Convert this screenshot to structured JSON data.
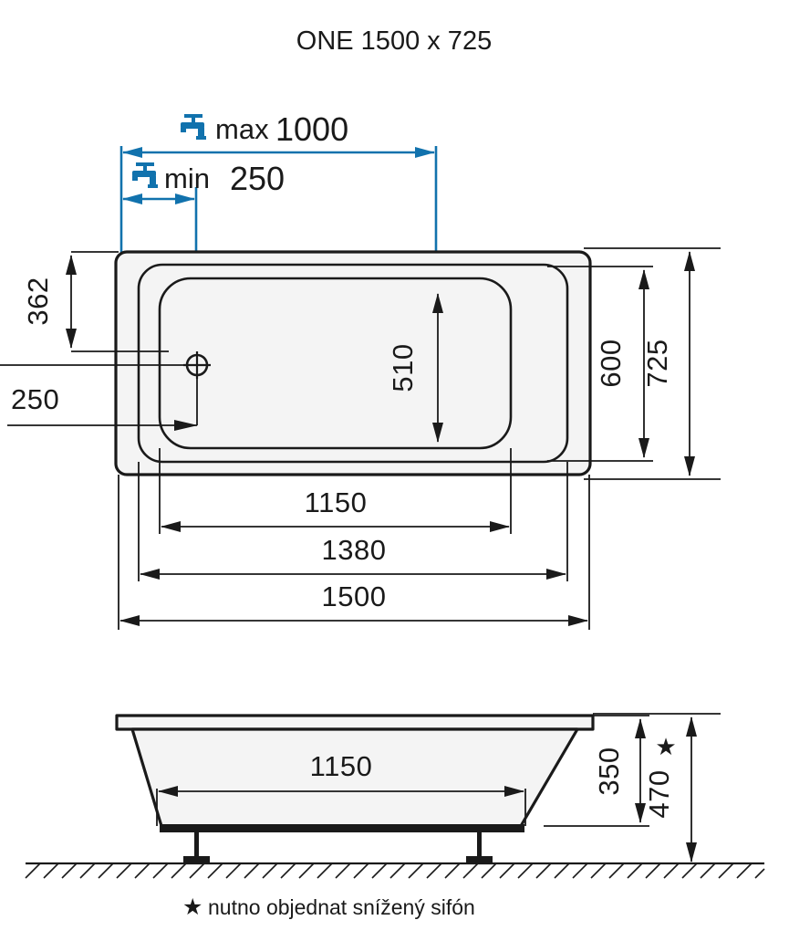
{
  "title": "ONE 1500 x 725",
  "colors": {
    "line": "#1a1a1a",
    "blue": "#1172ad",
    "red": "#d8202a",
    "fill": "#f4f4f4"
  },
  "plan_view": {
    "name": "bathtub-plan-view",
    "tap_dimensions": [
      {
        "id": "max-1000",
        "icon": "faucet-icon",
        "prefix": "max",
        "value": "1000",
        "color": "#1172ad"
      },
      {
        "id": "min-250",
        "icon": "faucet-icon",
        "prefix": "min",
        "value": "250",
        "color": "#1172ad"
      }
    ],
    "left_dimensions": [
      {
        "id": "dim-362",
        "value": "362",
        "orientation": "vertical"
      },
      {
        "id": "dim-250-left",
        "value": "250",
        "orientation": "horizontal"
      }
    ],
    "inner_dimensions": [
      {
        "id": "dim-510",
        "value": "510",
        "orientation": "vertical"
      }
    ],
    "right_dimensions": [
      {
        "id": "dim-600",
        "value": "600",
        "orientation": "vertical"
      },
      {
        "id": "dim-725",
        "value": "725",
        "orientation": "vertical"
      }
    ],
    "bottom_dimensions": [
      {
        "id": "dim-1150-plan",
        "value": "1150",
        "orientation": "horizontal"
      },
      {
        "id": "dim-1380",
        "value": "1380",
        "orientation": "horizontal"
      },
      {
        "id": "dim-1500",
        "value": "1500",
        "orientation": "horizontal"
      }
    ],
    "drain_marker": "drain-crosshair-icon"
  },
  "elevation_view": {
    "name": "bathtub-elevation-view",
    "inner_dimension": {
      "id": "dim-1150-elev",
      "value": "1150",
      "orientation": "horizontal"
    },
    "height_dimensions": [
      {
        "id": "dim-350",
        "value": "350",
        "orientation": "vertical"
      },
      {
        "id": "dim-470",
        "value": "470",
        "orientation": "vertical",
        "starred": true
      }
    ],
    "star_marker": "star-icon"
  },
  "footnote": {
    "star": "★",
    "text": "nutno objednat snížený sifón",
    "color": "#d8202a"
  }
}
